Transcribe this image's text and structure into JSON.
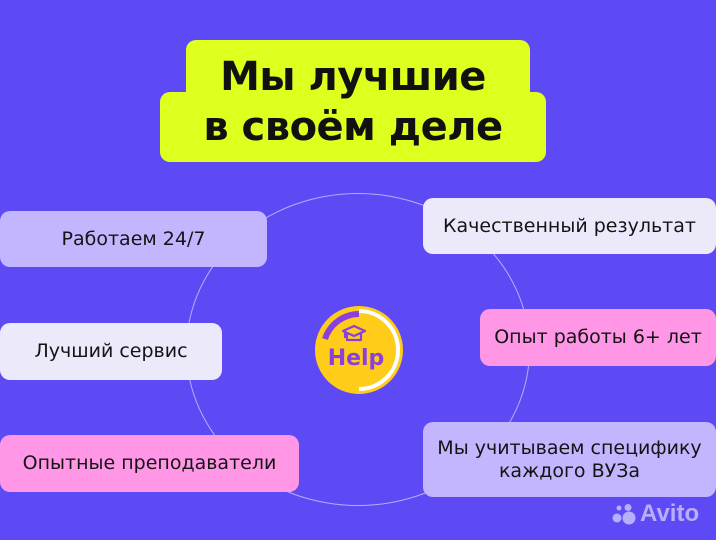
{
  "title": {
    "line1": "Мы лучшие",
    "line2": "в своём деле"
  },
  "center_logo": {
    "text": "Help",
    "icon": "graduation-cap-icon"
  },
  "features": [
    {
      "label": "Работаем 24/7",
      "color": "#c3b6ff"
    },
    {
      "label": "Лучший сервис",
      "color": "#ece9fb"
    },
    {
      "label": "Опытные преподаватели",
      "color": "#ff96e6"
    },
    {
      "label": "Качественный результат",
      "color": "#ece9fb"
    },
    {
      "label": "Опыт работы 6+ лет",
      "color": "#ff96e6"
    },
    {
      "label": "Мы учитываем специфику каждого ВУЗа",
      "line1": "Мы учитываем специфику",
      "line2": "каждого ВУЗа",
      "color": "#c3b6ff"
    }
  ],
  "watermark": {
    "text": "Avito"
  },
  "colors": {
    "background": "#5e4af5",
    "title_bg": "#dfff1e",
    "logo_yellow": "#ffcc1a",
    "logo_purple": "#8b3fe0"
  }
}
